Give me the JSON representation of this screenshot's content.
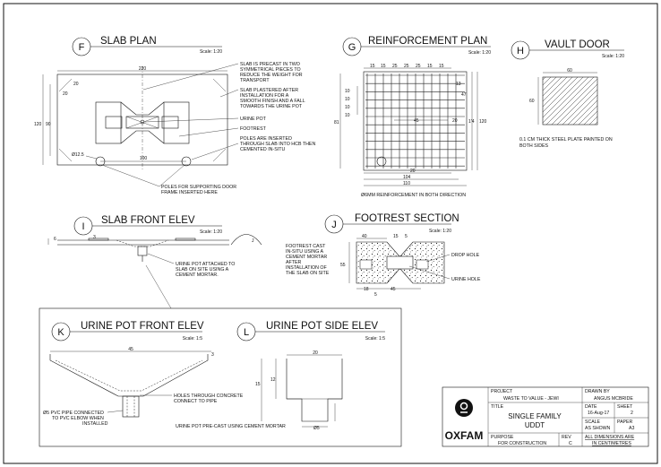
{
  "slab_plan": {
    "letter": "F",
    "title": "SLAB PLAN",
    "scale": "Scale: 1:20",
    "dims": {
      "width": "220",
      "d20a": "20",
      "d20b": "20",
      "h1": "120",
      "h2": "90",
      "d100": "100",
      "pole_dia": "Ø12.5"
    },
    "notes": [
      [
        "SLAB IS PRECAST IN TWO",
        "SYMMETRICAL PIECES TO",
        "REDUCE THE WEIGHT FOR",
        "TRANSPORT"
      ],
      [
        "SLAB PLASTERED AFTER",
        "INSTALLATION FOR A",
        "SMOOTH FINISH AND A FALL",
        "TOWARDS THE URINE POT"
      ],
      [
        "URINE POT"
      ],
      [
        "FOOTREST"
      ],
      [
        "POLES ARE INSERTED",
        "THROUGH SLAB INTO HCB THEN",
        "CEMENTED IN-SITU"
      ],
      [
        "POLES FOR SUPPORTING DOOR",
        "FRAME INSERTED HERE"
      ]
    ]
  },
  "reinforcement_plan": {
    "letter": "G",
    "title": "REINFORCEMENT PLAN",
    "scale": "Scale: 1:20",
    "top_dims": [
      "15",
      "15",
      "25",
      "25",
      "25",
      "15",
      "15"
    ],
    "left_dims": [
      "10",
      "10",
      "10",
      "10"
    ],
    "dims": {
      "d13": "13",
      "d47": "47",
      "d45": "45",
      "d20r": "20",
      "d114": "1'4",
      "d120": "120",
      "d81": "81",
      "d20b": "20",
      "d104": "104",
      "d110": "110"
    },
    "note": "Ø6MM REINFORCEMENT IN BOTH DIRECTION"
  },
  "vault_door": {
    "letter": "H",
    "title": "VAULT DOOR",
    "scale": "Scale: 1:20",
    "dims": {
      "w": "60",
      "h": "60"
    },
    "note": [
      "0.1 CM THICK STEEL PLATE PAINTED ON",
      "BOTH SIDES"
    ]
  },
  "slab_front": {
    "letter": "I",
    "title": "SLAB FRONT ELEV",
    "scale": "Scale: 1:20",
    "dims": {
      "d6": "6",
      "d3": "3"
    },
    "note": [
      "URINE POT ATTACHED TO",
      "SLAB ON SITE USING A",
      "CEMENT MORTAR."
    ]
  },
  "footrest_section": {
    "letter": "J",
    "title": "FOOTREST SECTION",
    "scale": "Scale: 1:20",
    "dims": {
      "d40": "40",
      "d15": "15",
      "d5a": "5",
      "d55": "55",
      "d18": "18",
      "d45": "45",
      "d5b": "5"
    },
    "note_left": [
      "FOOTREST CAST",
      "IN-SITU USING A",
      "CEMENT MORTAR",
      "AFTER",
      "INSTALLATION OF",
      "THE SLAB ON SITE"
    ],
    "drop_hole": "DROP HOLE",
    "urine_hole": "URINE HOLE"
  },
  "urine_front": {
    "letter": "K",
    "title": "URINE POT FRONT ELEV",
    "scale": "Scale: 1:5",
    "dims": {
      "d45": "45",
      "d3": "3"
    },
    "note_holes": [
      "HOLES THROUGH CONCRETE",
      "CONNECT TO PIPE"
    ],
    "note_pipe": [
      "Ø5 PVC PIPE CONNECTED",
      "TO PVC ELBOW WHEN",
      "INSTALLED"
    ]
  },
  "urine_side": {
    "letter": "L",
    "title": "URINE POT SIDE ELEV",
    "scale": "Scale: 1:5",
    "dims": {
      "d20": "20",
      "d15": "15",
      "d12": "12",
      "d5": "Ø5"
    },
    "note": "URINE POT PRE-CAST USING CEMENT MORTAR"
  },
  "title_block": {
    "project_label": "PROJECT",
    "project_value": "WASTE TO VALUE - JEWI",
    "drawn_label": "DRAWN BY",
    "drawn_value": "ANGUS MCBRIDE",
    "title_label": "TITLE",
    "title_line1": "SINGLE FAMILY",
    "title_line2": "UDDT",
    "date_label": "DATE",
    "date_value": "16-Aug-17",
    "sheet_label": "SHEET",
    "sheet_value": "2",
    "scale_label": "SCALE",
    "scale_value": "AS SHOWN",
    "paper_label": "PAPER",
    "paper_value": "A3",
    "purpose_label": "PURPOSE",
    "purpose_value": "FOR CONSTRUCTION",
    "rev_label": "REV",
    "rev_value": "C",
    "dims_note1": "ALL DIMENSIONS ARE",
    "dims_note2": "IN CENTIMETRES",
    "logo_text": "OXFAM"
  }
}
